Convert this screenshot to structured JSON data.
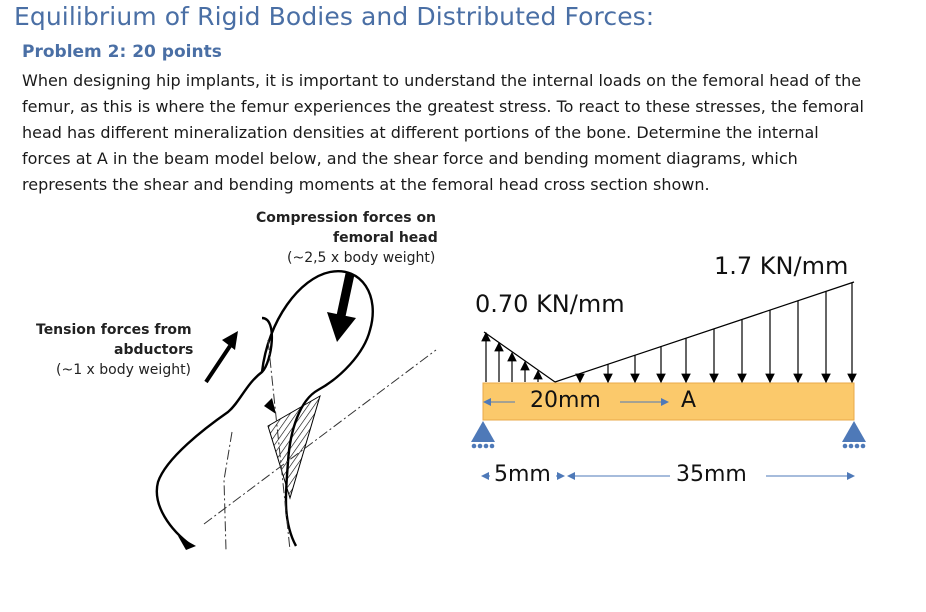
{
  "title": "Equilibrium of Rigid Bodies and Distributed Forces:",
  "problem": "Problem 2: 20 points",
  "paragraph_lines": [
    "When designing hip implants, it is important to understand the internal loads on the femoral head of the",
    "femur, as this is where the femur experiences the greatest stress. To react to these stresses, the femoral",
    "head has different mineralization densities at different portions of the bone. Determine the internal",
    "forces at A in the beam model below, and the shear force and bending moment diagrams, which",
    "represents the shear and bending moments at the femoral head cross section shown."
  ],
  "femur_figure": {
    "compression_line1": "Compression forces on",
    "compression_line2": "femoral head",
    "compression_line3": "(~2,5 x body weight)",
    "tension_line1": "Tension forces from",
    "tension_line2": "abductors",
    "tension_line3": "(~1 x body weight)"
  },
  "beam_figure": {
    "load_left": "0.70 KN/mm",
    "load_right": "1.7 KN/mm",
    "span_label": "20mm",
    "point_label": "A",
    "dim_left": "5mm",
    "dim_right": "35mm",
    "colors": {
      "beam": "#fbc96b",
      "support": "#4e79b8",
      "line": "#000000",
      "dim": "#4e79b8"
    }
  }
}
